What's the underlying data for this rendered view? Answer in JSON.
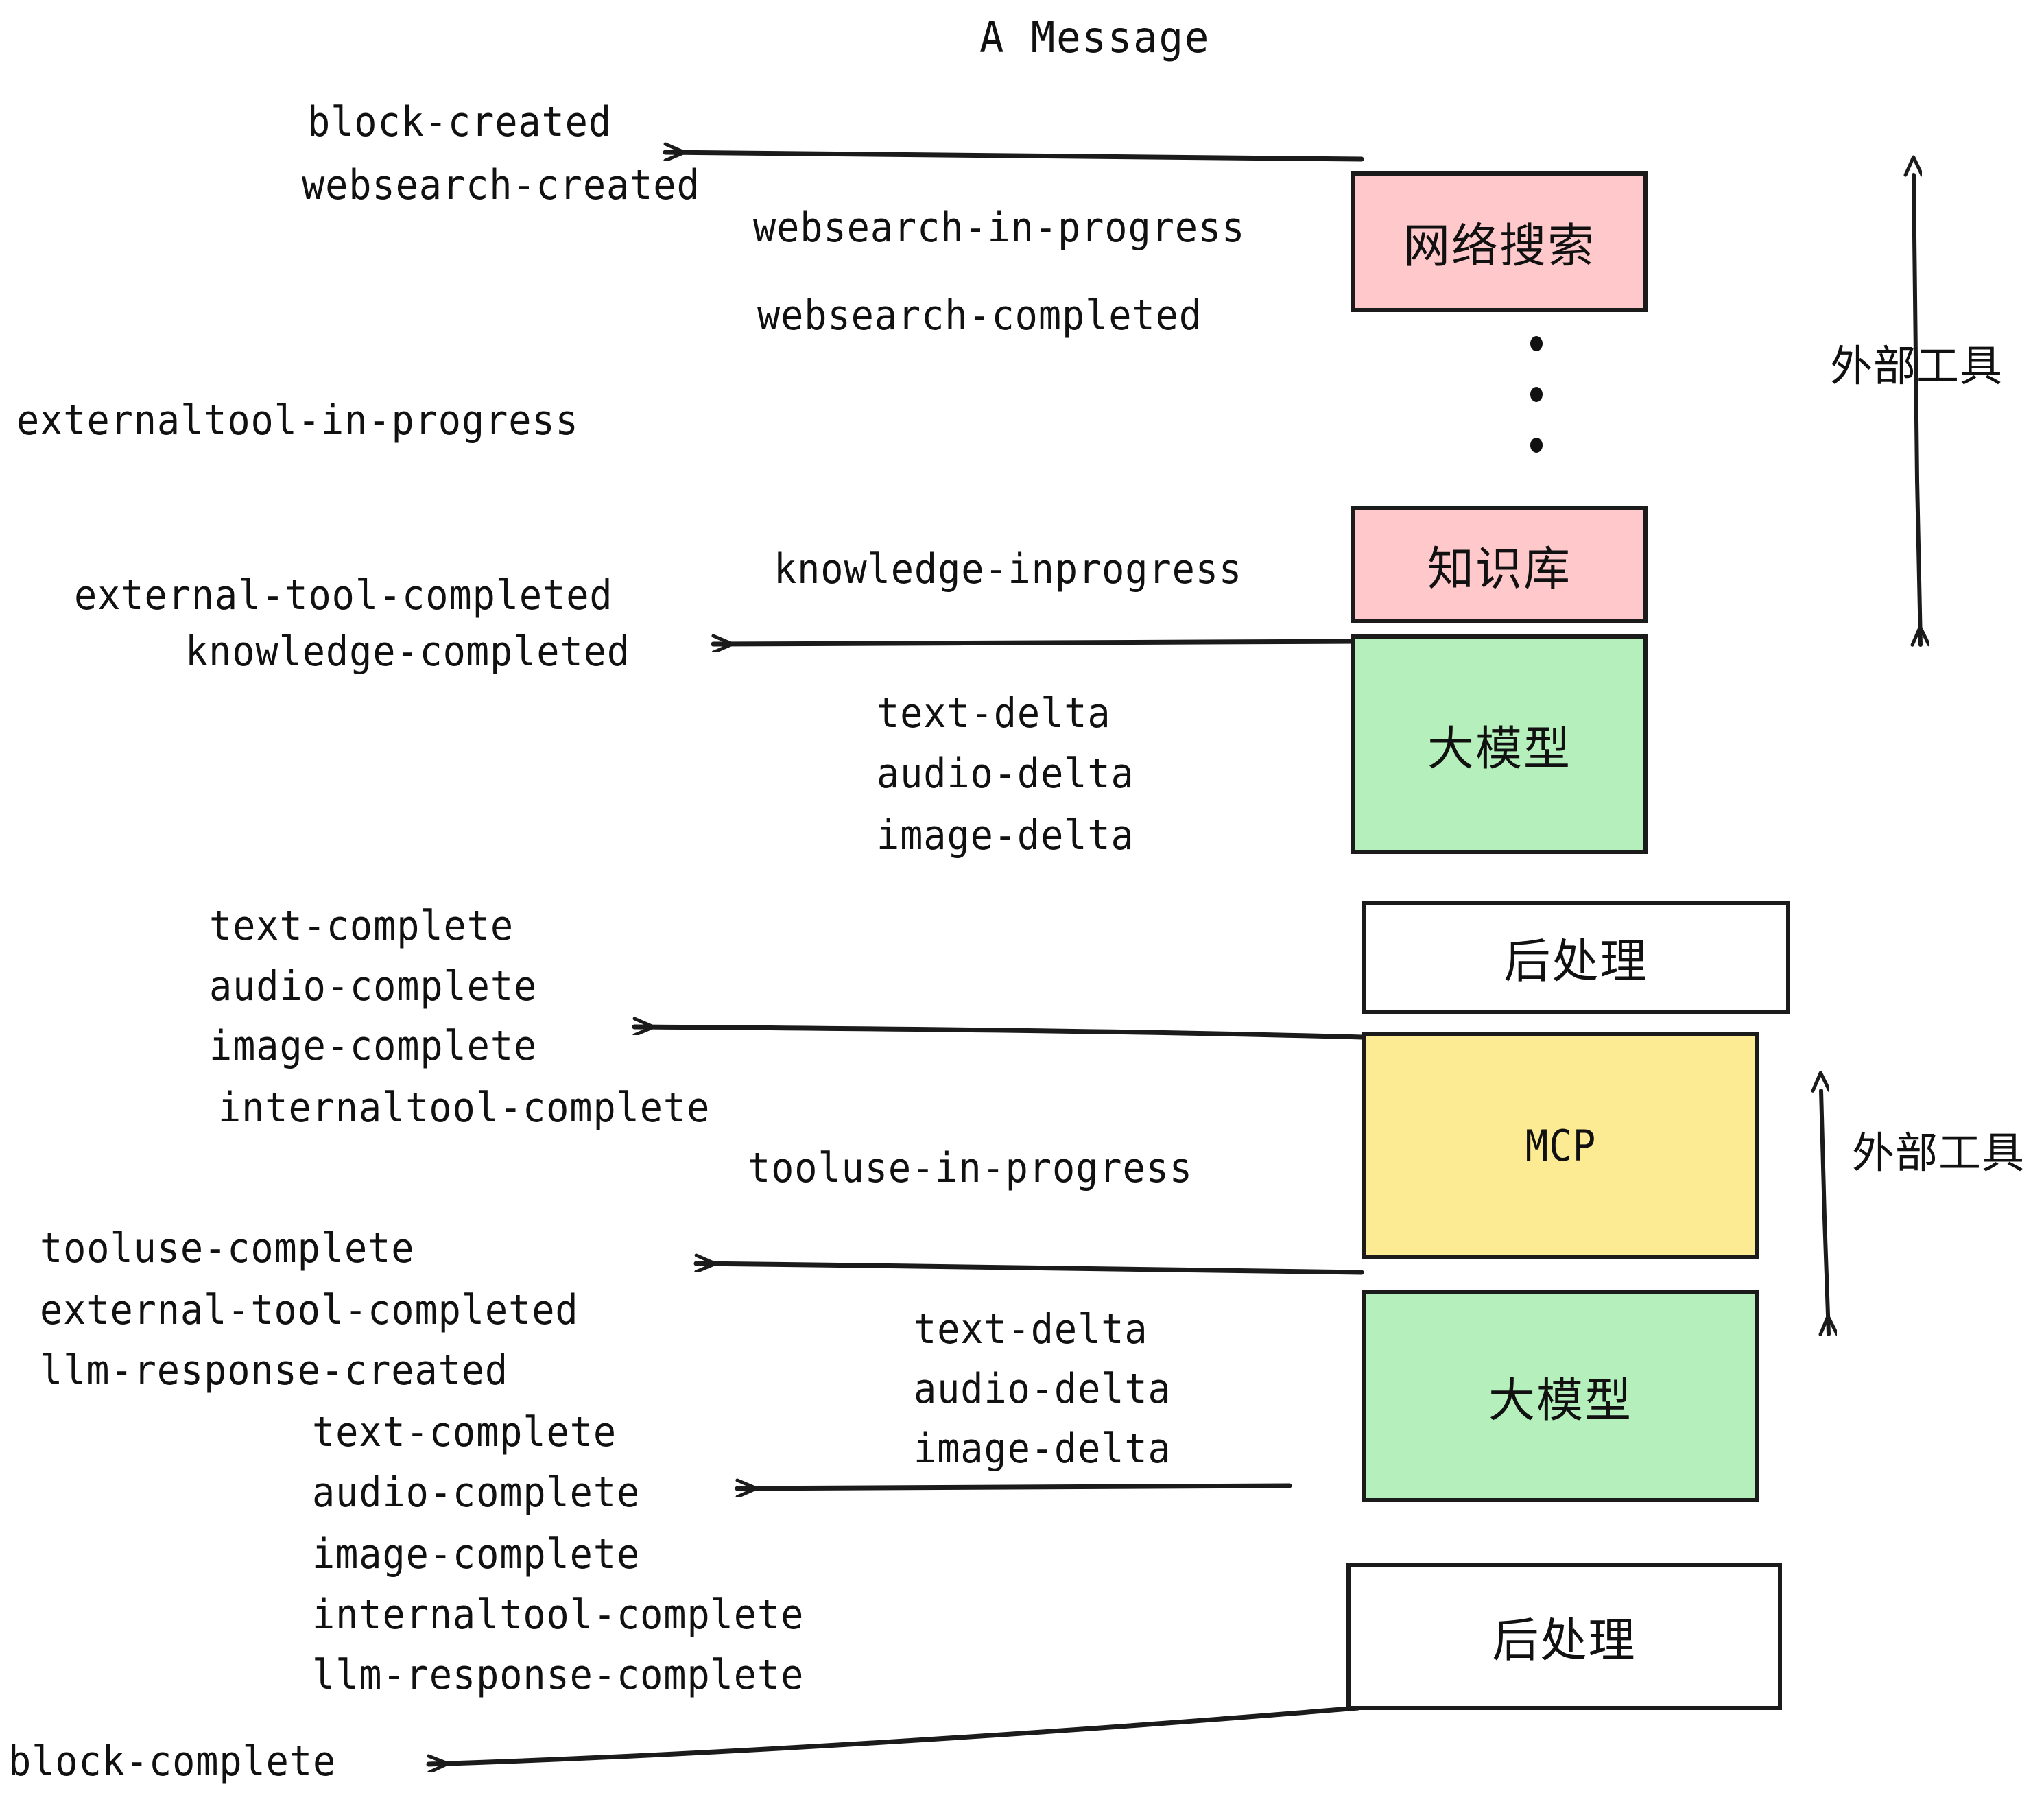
{
  "diagram": {
    "title": "A Message",
    "colors": {
      "pink": "#FFC9CB",
      "green": "#B5F0BC",
      "yellow": "#FCEB93",
      "white": "#FFFFFF",
      "stroke": "#1B1B1B",
      "text": "#111111",
      "background": "#FFFFFF"
    },
    "nodes": [
      {
        "id": "websearch",
        "label": "网络搜索",
        "fill": "pink"
      },
      {
        "id": "knowledge",
        "label": "知识库",
        "fill": "pink"
      },
      {
        "id": "llm-1",
        "label": "大模型",
        "fill": "green"
      },
      {
        "id": "post-1",
        "label": "后处理",
        "fill": "white"
      },
      {
        "id": "mcp",
        "label": "MCP",
        "fill": "yellow"
      },
      {
        "id": "llm-2",
        "label": "大模型",
        "fill": "green"
      },
      {
        "id": "post-2",
        "label": "后处理",
        "fill": "white"
      }
    ],
    "side_labels": [
      {
        "id": "external-tool-top",
        "label": "外部工具"
      },
      {
        "id": "external-tool-bottom",
        "label": "外部工具"
      }
    ],
    "events": [
      {
        "id": "block-created",
        "text": "block-created"
      },
      {
        "id": "websearch-created",
        "text": "websearch-created"
      },
      {
        "id": "websearch-in-progress",
        "text": "websearch-in-progress"
      },
      {
        "id": "websearch-completed",
        "text": "websearch-completed"
      },
      {
        "id": "externaltool-in-progress",
        "text": "externaltool-in-progress"
      },
      {
        "id": "knowledge-inprogress",
        "text": "knowledge-inprogress"
      },
      {
        "id": "external-tool-completed-1",
        "text": "external-tool-completed"
      },
      {
        "id": "knowledge-completed",
        "text": "knowledge-completed"
      },
      {
        "id": "text-delta-1",
        "text": "text-delta"
      },
      {
        "id": "audio-delta-1",
        "text": "audio-delta"
      },
      {
        "id": "image-delta-1",
        "text": "image-delta"
      },
      {
        "id": "text-complete-1",
        "text": "text-complete"
      },
      {
        "id": "audio-complete-1",
        "text": "audio-complete"
      },
      {
        "id": "image-complete-1",
        "text": "image-complete"
      },
      {
        "id": "internaltool-complete-1",
        "text": "internaltool-complete"
      },
      {
        "id": "tooluse-in-progress",
        "text": "tooluse-in-progress"
      },
      {
        "id": "tooluse-complete",
        "text": "tooluse-complete"
      },
      {
        "id": "external-tool-completed-2",
        "text": "external-tool-completed"
      },
      {
        "id": "llm-response-created",
        "text": "llm-response-created"
      },
      {
        "id": "text-delta-2",
        "text": "text-delta"
      },
      {
        "id": "audio-delta-2",
        "text": "audio-delta"
      },
      {
        "id": "image-delta-2",
        "text": "image-delta"
      },
      {
        "id": "text-complete-2",
        "text": "text-complete"
      },
      {
        "id": "audio-complete-2",
        "text": "audio-complete"
      },
      {
        "id": "image-complete-2",
        "text": "image-complete"
      },
      {
        "id": "internaltool-complete-2",
        "text": "internaltool-complete"
      },
      {
        "id": "llm-response-complete",
        "text": "llm-response-complete"
      },
      {
        "id": "block-complete",
        "text": "block-complete"
      }
    ]
  }
}
